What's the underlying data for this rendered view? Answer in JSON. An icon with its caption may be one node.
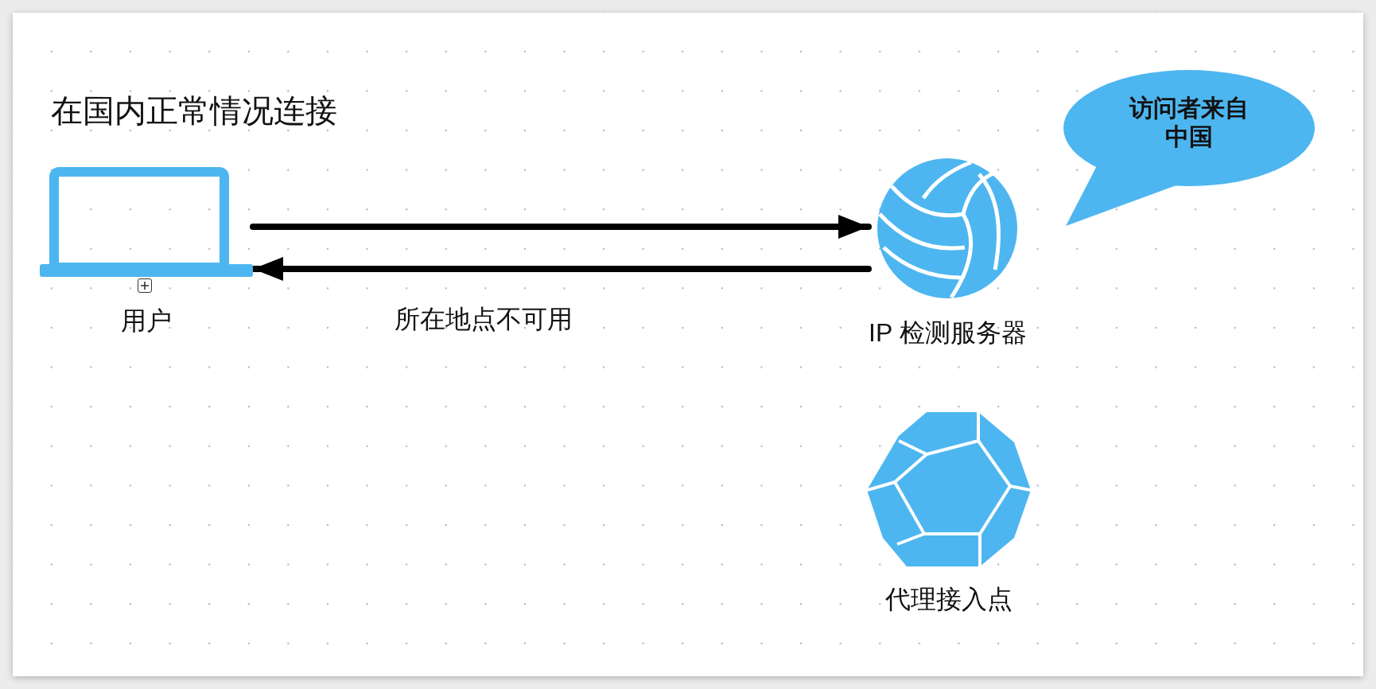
{
  "diagram": {
    "title": "在国内正常情况连接",
    "nodes": [
      {
        "text": [
          "用户"
        ]
      },
      {
        "text": [
          "IP 检测服务器"
        ]
      },
      {
        "text": [
          "访问者来自中国"
        ]
      },
      {
        "text": [
          "代理接入点"
        ]
      }
    ],
    "edges": [
      {
        "from": 0,
        "to": 1,
        "arrow": "to"
      },
      {
        "from": 1,
        "to": 0,
        "arrow": "to",
        "label": "所在地点不可用"
      }
    ]
  }
}
